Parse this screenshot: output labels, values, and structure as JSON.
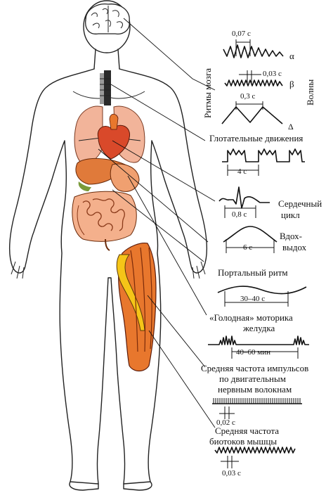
{
  "labels": {
    "brain_rhythms": "Ритмы мозга",
    "waves": "Волны",
    "alpha": "α",
    "beta": "β",
    "delta": "Δ",
    "alpha_period": "0,07 с",
    "beta_period": "0,03 с",
    "delta_period": "0,3 с",
    "swallowing": "Глотательные движения",
    "swallowing_period": "4 с",
    "cardiac_1": "Сердечный",
    "cardiac_2": "цикл",
    "cardiac_period": "0,8 с",
    "breath_1": "Вдох-",
    "breath_2": "выдох",
    "breath_period": "6 с",
    "portal": "Портальный ритм",
    "portal_period": "30–40 с",
    "hunger_1": "«Голодная» моторика",
    "hunger_2": "желудка",
    "hunger_period": "40–60 мин",
    "nerve_1": "Средняя частота импульсов",
    "nerve_2": "по двигательным",
    "nerve_3": "нервным волокнам",
    "nerve_period": "0,02 с",
    "muscle_1": "Средняя частота",
    "muscle_2": "биотоков мышцы",
    "muscle_period": "0,03 с"
  },
  "colors": {
    "organ_red": "#e0572e",
    "organ_pink": "#f2a98a",
    "organ_orange": "#e8772d",
    "muscle_yellow": "#f5c518",
    "outline": "#222222"
  }
}
